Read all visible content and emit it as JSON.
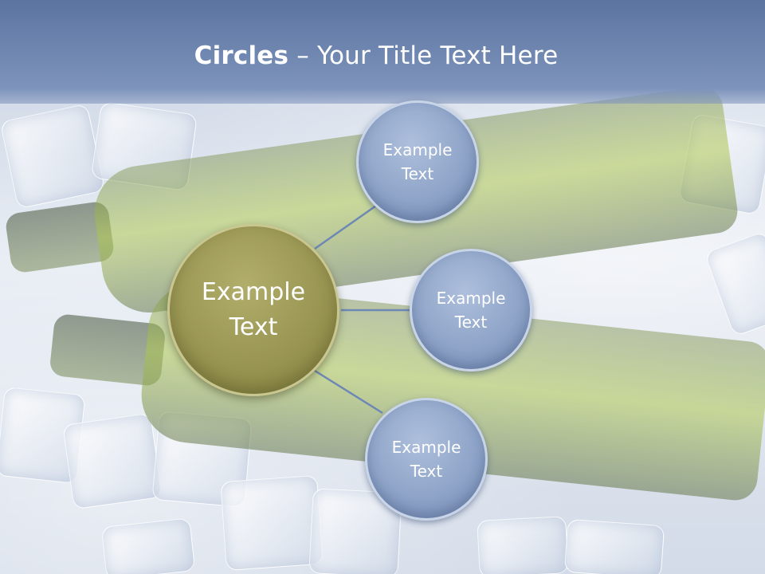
{
  "slide": {
    "title_bold": "Circles",
    "title_rest": " – Your Title Text Here"
  },
  "center_circle": {
    "label": "Example Text"
  },
  "satellites": [
    {
      "label": "Example Text"
    },
    {
      "label": "Example Text"
    },
    {
      "label": "Example Text"
    }
  ],
  "colors": {
    "title_bar": "#6f86b2",
    "center_fill": "#999552",
    "satellite_fill": "#8ea4c8",
    "connector": "#6d88b4",
    "text": "#ffffff"
  }
}
